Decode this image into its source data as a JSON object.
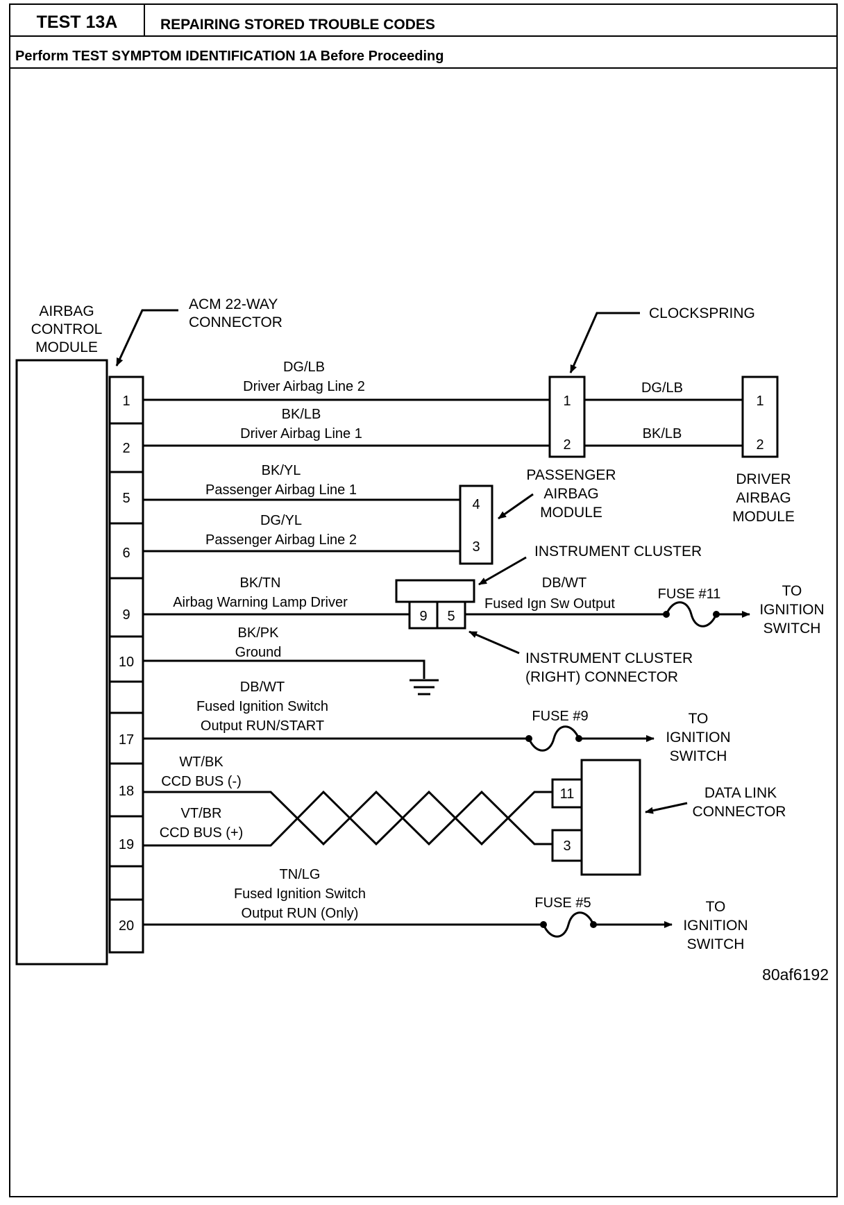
{
  "header": {
    "test_id": "TEST 13A",
    "test_title": "REPAIRING STORED TROUBLE CODES",
    "prereq": "Perform TEST SYMPTOM IDENTIFICATION 1A Before Proceeding"
  },
  "acm": {
    "label_lines": [
      "AIRBAG",
      "CONTROL",
      "MODULE"
    ],
    "connector_label_lines": [
      "ACM 22-WAY",
      "CONNECTOR"
    ],
    "pins": [
      "1",
      "2",
      "5",
      "6",
      "9",
      "10",
      "",
      "17",
      "18",
      "19",
      "",
      "20"
    ]
  },
  "circuits": {
    "pin1": {
      "color": "DG/LB",
      "desc": "Driver Airbag Line 2"
    },
    "pin2": {
      "color": "BK/LB",
      "desc": "Driver Airbag Line 1"
    },
    "pin5": {
      "color": "BK/YL",
      "desc": "Passenger Airbag Line 1"
    },
    "pin6": {
      "color": "DG/YL",
      "desc": "Passenger Airbag Line 2"
    },
    "pin9": {
      "color": "BK/TN",
      "desc": "Airbag Warning Lamp Driver"
    },
    "pin10": {
      "color": "BK/PK",
      "desc": "Ground"
    },
    "pin17": {
      "color": "DB/WT",
      "desc_lines": [
        "Fused Ignition Switch",
        "Output RUN/START"
      ]
    },
    "pin18": {
      "color": "WT/BK",
      "desc": "CCD BUS (-)"
    },
    "pin19": {
      "color": "VT/BR",
      "desc": "CCD BUS (+)"
    },
    "pin20": {
      "color": "TN/LG",
      "desc_lines": [
        "Fused Ignition Switch",
        "Output RUN (Only)"
      ]
    }
  },
  "clockspring": {
    "label": "CLOCKSPRING",
    "pins": [
      "1",
      "2"
    ],
    "out1_color": "DG/LB",
    "out2_color": "BK/LB"
  },
  "driver_module": {
    "label_lines": [
      "DRIVER",
      "AIRBAG",
      "MODULE"
    ],
    "pins": [
      "1",
      "2"
    ]
  },
  "passenger_module": {
    "label_lines": [
      "PASSENGER",
      "AIRBAG",
      "MODULE"
    ],
    "pins": [
      "4",
      "3"
    ]
  },
  "cluster": {
    "label": "INSTRUMENT CLUSTER",
    "connector_label_lines": [
      "INSTRUMENT CLUSTER",
      "(RIGHT) CONNECTOR"
    ],
    "pins": [
      "9",
      "5"
    ],
    "out_color": "DB/WT",
    "out_desc": "Fused Ign Sw Output"
  },
  "fuses": {
    "f11": "FUSE #11",
    "f9": "FUSE #9",
    "f5": "FUSE #5"
  },
  "destination_lines": [
    "TO",
    "IGNITION",
    "SWITCH"
  ],
  "dlc": {
    "label_lines": [
      "DATA LINK",
      "CONNECTOR"
    ],
    "pins": [
      "11",
      "3"
    ]
  },
  "figure_id": "80af6192"
}
